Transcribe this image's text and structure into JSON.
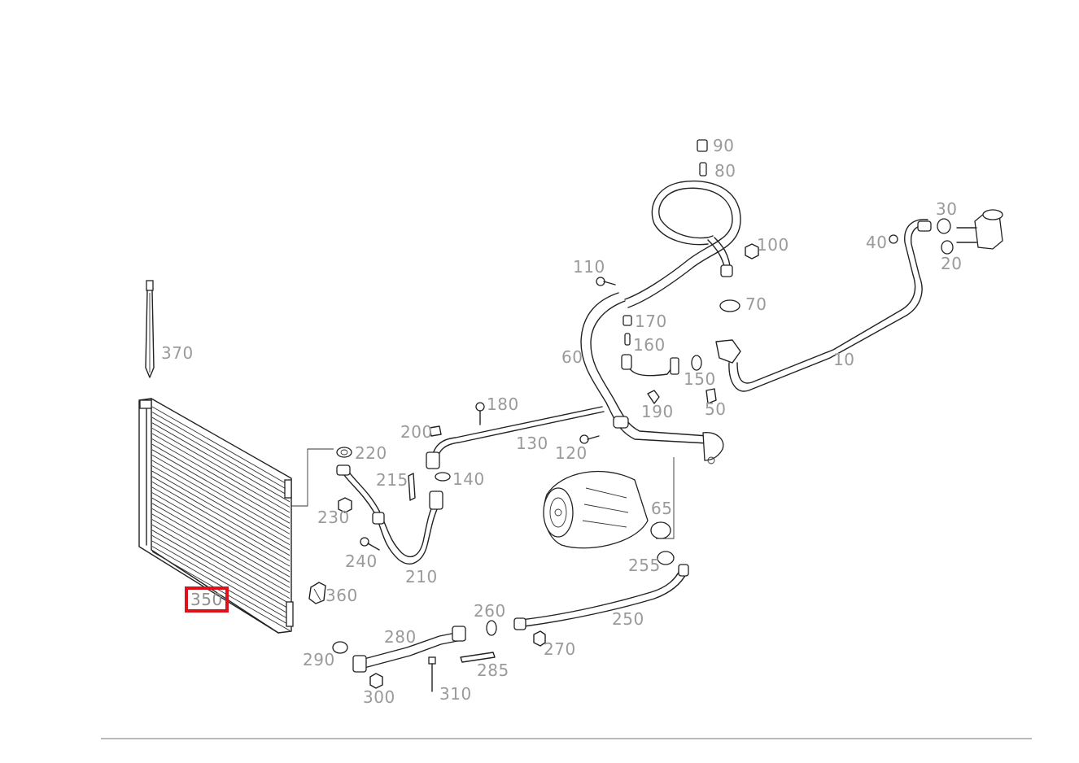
{
  "diagram": {
    "highlight_color": "#e0101a",
    "label_color": "#9a9a9a",
    "selected": "350",
    "callouts": [
      "90",
      "80",
      "100",
      "70",
      "30",
      "40",
      "20",
      "10",
      "110",
      "170",
      "160",
      "60",
      "150",
      "50",
      "190",
      "180",
      "200",
      "130",
      "120",
      "220",
      "215",
      "140",
      "370",
      "350",
      "360",
      "230",
      "240",
      "210",
      "65",
      "255",
      "250",
      "260",
      "270",
      "280",
      "285",
      "290",
      "300",
      "310"
    ]
  }
}
